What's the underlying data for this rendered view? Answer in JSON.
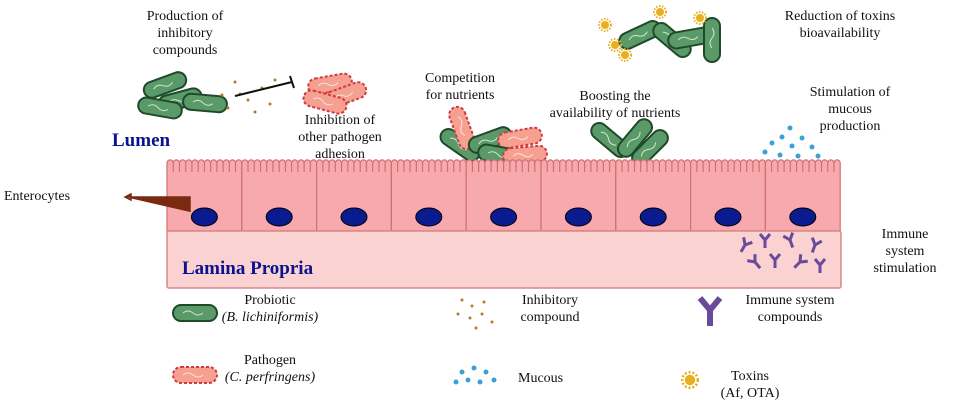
{
  "labels": {
    "production": [
      "Production of",
      "inhibitory",
      "compounds"
    ],
    "inhibition": [
      "Inhibition of",
      "other pathogen",
      "adhesion"
    ],
    "competition": [
      "Competition",
      "for nutrients"
    ],
    "boosting": [
      "Boosting the",
      "availability of nutrients"
    ],
    "reduction": [
      "Reduction of toxins",
      "bioavailability"
    ],
    "stimulation_mucous": [
      "Stimulation of",
      "mucous",
      "production"
    ],
    "immune_stimulation": [
      "Immune",
      "system",
      "stimulation"
    ],
    "lumen": "Lumen",
    "lamina": "Lamina Propria",
    "enterocytes": "Enterocytes"
  },
  "legend": {
    "probiotic": [
      "Probiotic",
      "(B. lichiniformis)"
    ],
    "inhibitory": [
      "Inhibitory",
      "compound"
    ],
    "immune": [
      "Immune system",
      "compounds"
    ],
    "pathogen": [
      "Pathogen",
      "(C. perfringens)"
    ],
    "mucous": "Mucous",
    "toxins": [
      "Toxins",
      "(Af, OTA)"
    ]
  },
  "colors": {
    "cell": "#f7a9ad",
    "lamina": "#fbd2d2",
    "nucleus": "#0a1a8f",
    "probiotic": "#5a9a68",
    "pathogen": "#f08878",
    "toxin": "#e8b020",
    "mucous": "#3aa0d8",
    "antibody": "#6a4a9a"
  }
}
